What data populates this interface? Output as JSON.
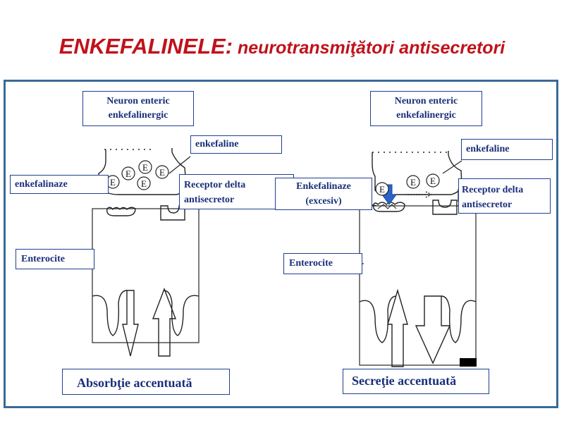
{
  "title": {
    "part1": "ENKEFALINELE:",
    "part2": " neurotransmiţători antisecretori"
  },
  "colors": {
    "title": "#c0121b",
    "frame": "#3a6a96",
    "label_text": "#1a2f7a",
    "arrow_accent": "#2a64c8"
  },
  "left_panel": {
    "neuron_line1": "Neuron enteric",
    "neuron_line2": "enkefalinergic",
    "enkefaline": "enkefaline",
    "enkefalinaze": "enkefalinaze",
    "receptor_line1": "Receptor delta",
    "receptor_line2": "antisecretor",
    "enterocite": "Enterocite",
    "vesicle_letter": "E",
    "caption": "Absorbţie accentuată"
  },
  "right_panel": {
    "neuron_line1": "Neuron enteric",
    "neuron_line2": "enkefalinergic",
    "enkefaline": "enkefaline",
    "enkefalinaze_line1": "Enkefalinaze",
    "enkefalinaze_line2": "(excesiv)",
    "receptor_line1": "Receptor delta",
    "receptor_line2": "antisecretor",
    "enterocite": "Enterocite",
    "vesicle_letter": "E",
    "caption": "Secreţie accentuată"
  }
}
